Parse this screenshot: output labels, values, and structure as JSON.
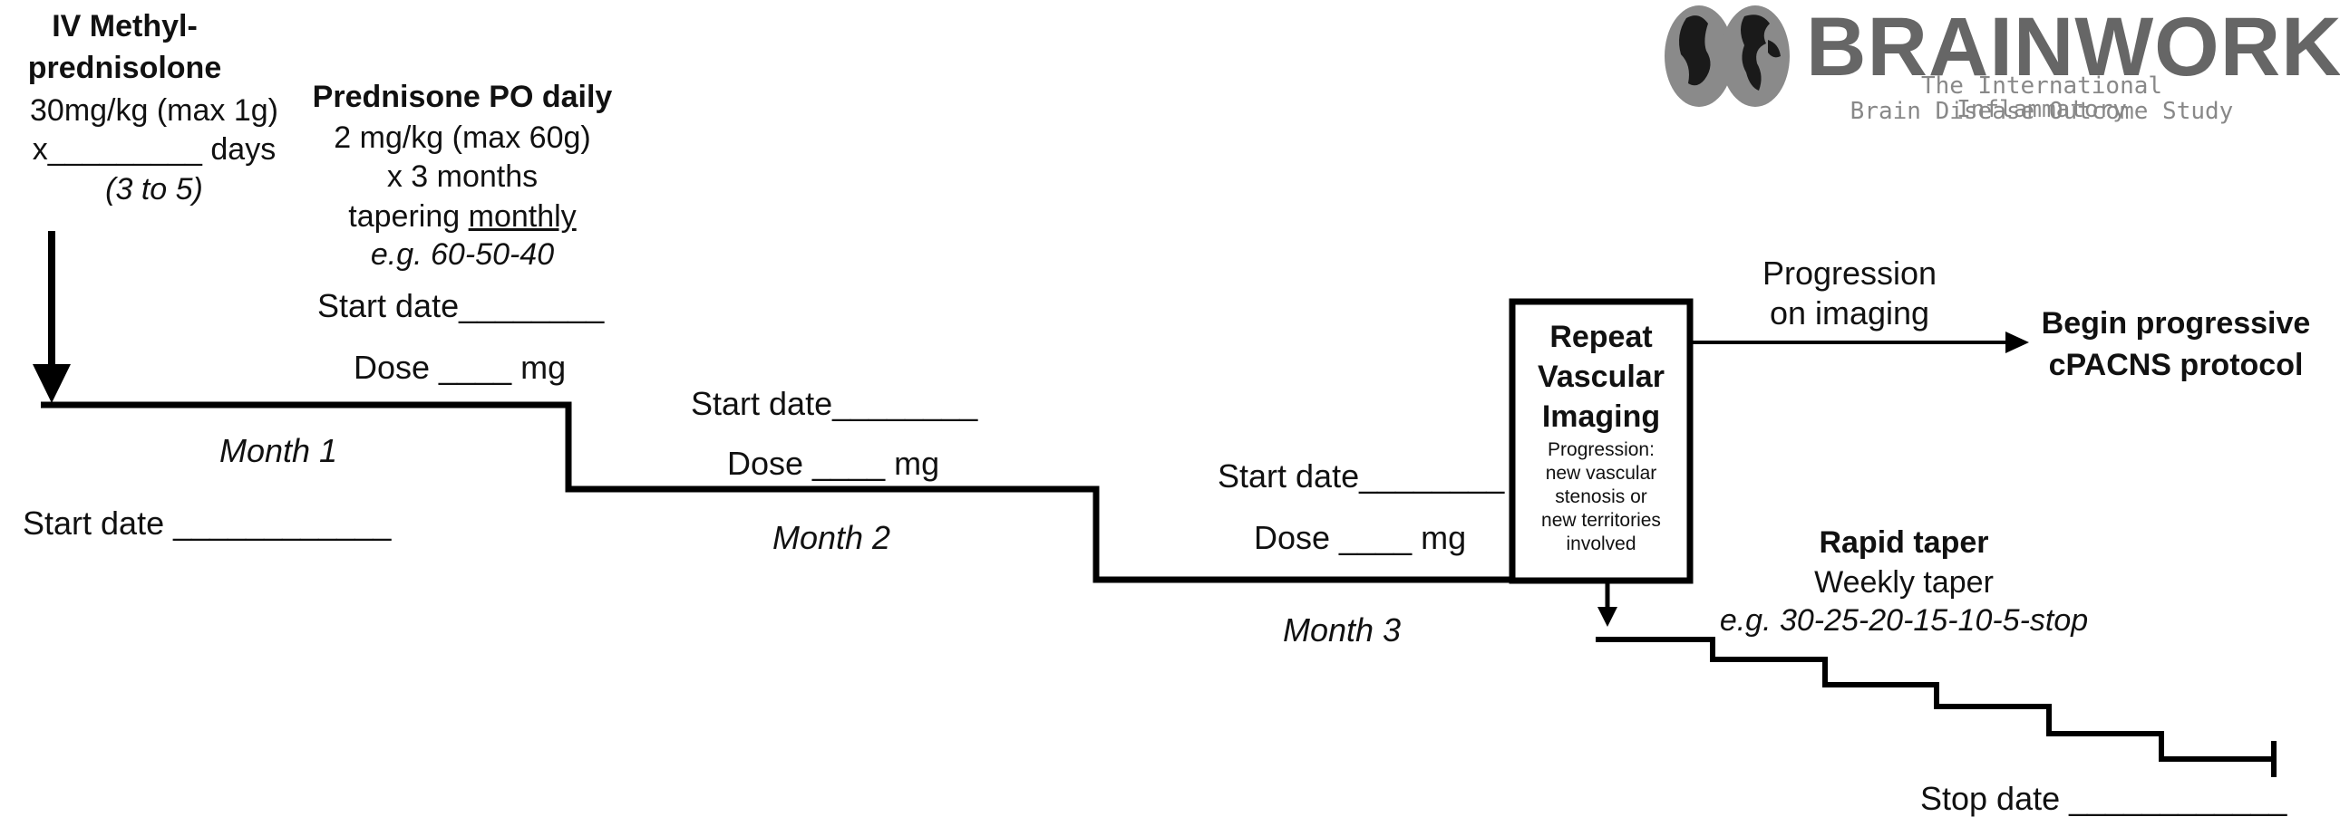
{
  "iv": {
    "title_line1": "IV Methyl-",
    "title_line2": "prednisolone",
    "dose": "30mg/kg (max 1g)",
    "days": "x_________ days",
    "range": "(3 to 5)"
  },
  "prednisone": {
    "title": "Prednisone PO daily",
    "dose": "2 mg/kg (max 60g)",
    "duration": "x 3 months",
    "tapering_prefix": "tapering ",
    "tapering_underlined": "monthly",
    "example": "e.g. 60-50-40",
    "start_date": "Start date________",
    "dose_field": "Dose ____ mg"
  },
  "month1": {
    "label": "Month 1",
    "start_date": "Start date ____________"
  },
  "month2": {
    "label": "Month 2",
    "start_date": "Start date________",
    "dose_field": "Dose ____ mg"
  },
  "month3": {
    "label": "Month 3",
    "start_date": "Start date________",
    "dose_field": "Dose ____ mg"
  },
  "imaging_box": {
    "title_line1": "Repeat",
    "title_line2": "Vascular",
    "title_line3": "Imaging",
    "detail_line1": "Progression:",
    "detail_line2": "new vascular",
    "detail_line3": "stenosis or",
    "detail_line4": "new territories",
    "detail_line5": "involved"
  },
  "progression": {
    "label_line1": "Progression",
    "label_line2": "on imaging",
    "outcome_line1": "Begin progressive",
    "outcome_line2": "cPACNS protocol"
  },
  "rapid_taper": {
    "title": "Rapid taper",
    "subtitle": "Weekly taper",
    "example": "e.g. 30-25-20-15-10-5-stop",
    "stop_date": "Stop date ____________"
  },
  "logo": {
    "word": "BRAINWORKS",
    "tagline_line1": "The International Inflammatory",
    "tagline_line2": "Brain Disease Outcome Study"
  },
  "colors": {
    "line": "#000000",
    "logo_gray": "#666666",
    "logo_light": "#888888"
  }
}
